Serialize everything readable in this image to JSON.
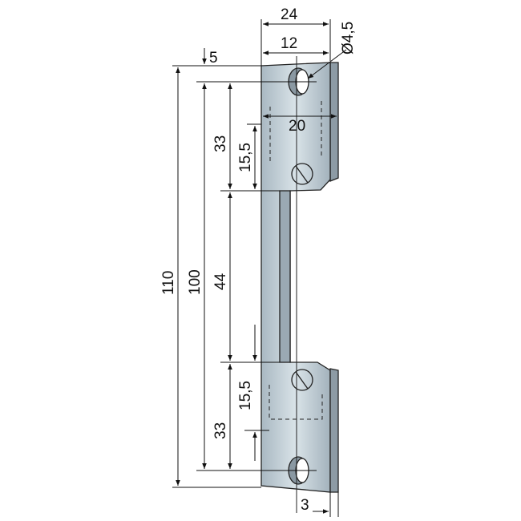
{
  "drawing": {
    "dimensions": {
      "width_total": "24",
      "hole_offset": "12",
      "hole_diameter": "Ø4,5",
      "inner_width": "20",
      "top_margin": "5",
      "total_height": "110",
      "hole_spacing": "100",
      "upper_section": "33",
      "upper_screw_offset": "15,5",
      "gap": "44",
      "lower_screw_offset": "15,5",
      "lower_section": "33",
      "thickness": "3"
    },
    "colors": {
      "plate": "#aebcc6",
      "plate_light": "#d6e0e6",
      "side": "#8d9ba5",
      "line": "#111111"
    }
  }
}
